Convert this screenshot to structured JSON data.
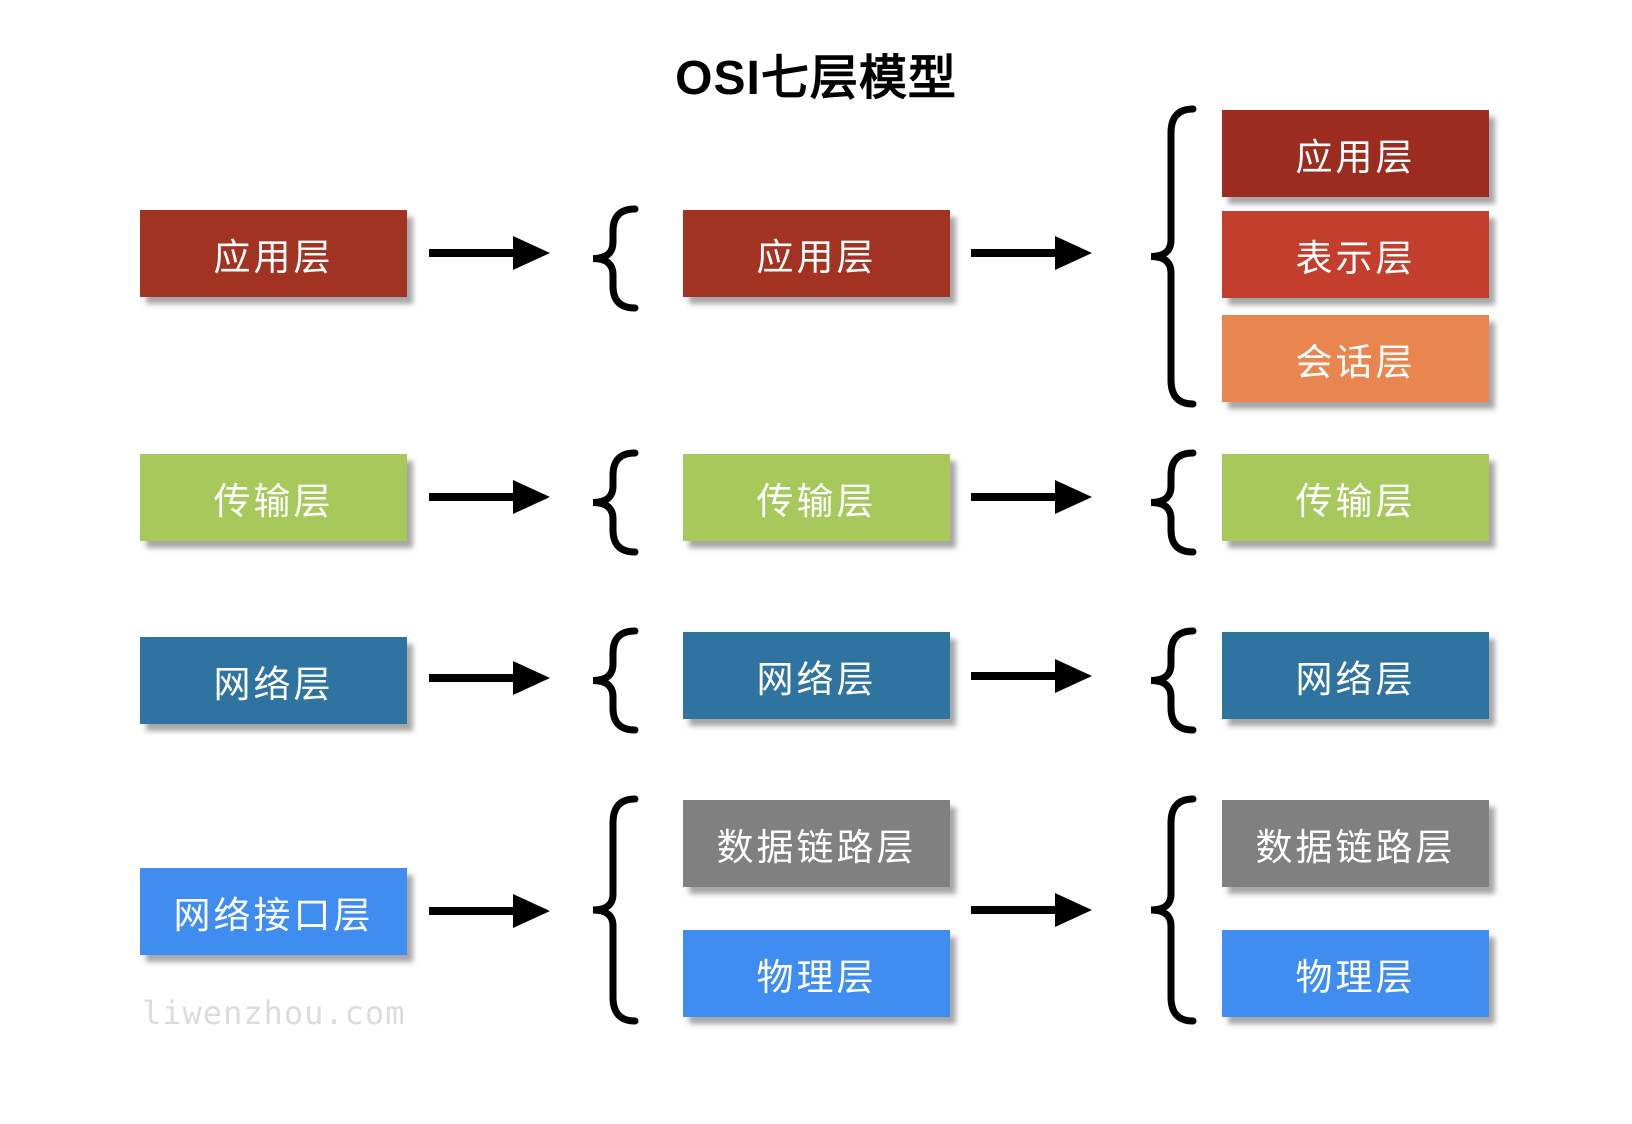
{
  "title": "OSI七层模型",
  "watermark": "liwenzhou.com",
  "colors": {
    "connector": "#000000",
    "title_color": "#000000",
    "watermark_color": "#DCDCDC"
  },
  "diagram": {
    "left_boxes": [
      {
        "label": "应用层",
        "color": "#A23222"
      },
      {
        "label": "传输层",
        "color": "#A7C95C"
      },
      {
        "label": "网络层",
        "color": "#2F73A1"
      },
      {
        "label": "网络接口层",
        "color": "#3F8DF0"
      }
    ],
    "middle_boxes": [
      {
        "label": "应用层",
        "color": "#A23222"
      },
      {
        "label": "传输层",
        "color": "#A7C95C"
      },
      {
        "label": "网络层",
        "color": "#2F73A1"
      },
      {
        "label": "数据链路层",
        "color": "#808080"
      },
      {
        "label": "物理层",
        "color": "#3F8DF0"
      }
    ],
    "right_boxes": [
      {
        "label": "应用层",
        "color": "#9C2C1F"
      },
      {
        "label": "表示层",
        "color": "#C33E2C"
      },
      {
        "label": "会话层",
        "color": "#E9854F"
      },
      {
        "label": "传输层",
        "color": "#A7C95C"
      },
      {
        "label": "网络层",
        "color": "#2F73A1"
      },
      {
        "label": "数据链路层",
        "color": "#808080"
      },
      {
        "label": "物理层",
        "color": "#3F8DF0"
      }
    ]
  }
}
